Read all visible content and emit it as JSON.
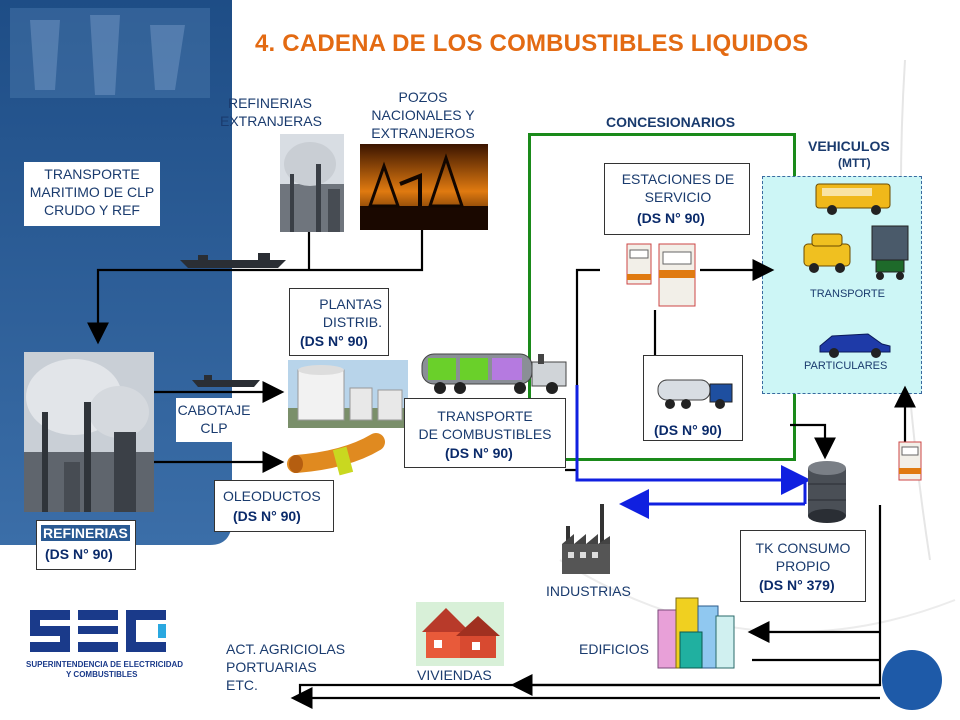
{
  "title": "4. CADENA DE LOS COMBUSTIBLES LIQUIDOS",
  "labels": {
    "refinerias_extranjeras": [
      "REFINERIAS",
      "EXTRANJERAS"
    ],
    "pozos": [
      "POZOS",
      "NACIONALES Y",
      "EXTRANJEROS"
    ],
    "concesionarios": "CONCESIONARIOS",
    "vehiculos": "VEHICULOS",
    "mtt": "(MTT)",
    "transporte_maritimo": [
      "TRANSPORTE",
      "MARITIMO  DE CLP",
      "CRUDO Y REF"
    ],
    "estaciones": [
      "ESTACIONES DE",
      "SERVICIO"
    ],
    "estaciones_ds": "(DS N° 90)",
    "transporte_veh": "TRANSPORTE",
    "particulares": "PARTICULARES",
    "plantas": [
      "PLANTAS",
      "DISTRIB."
    ],
    "plantas_ds": "(DS N° 90)",
    "cabotaje": [
      "CABOTAJE",
      "CLP"
    ],
    "transporte_comb": [
      "TRANSPORTE",
      "DE COMBUSTIBLES"
    ],
    "transporte_comb_ds": "(DS N° 90)",
    "camion_ds": "(DS N° 90)",
    "oleoductos": "OLEODUCTOS",
    "oleoductos_ds": "(DS N° 90)",
    "refinerias": "REFINERIAS",
    "refinerias_ds": "(DS N° 90)",
    "tk_consumo": [
      "TK CONSUMO",
      "PROPIO"
    ],
    "tk_ds": "(DS N° 379)",
    "industrias": "INDUSTRIAS",
    "edificios": "EDIFICIOS",
    "viviendas": "VIVIENDAS",
    "act": [
      "ACT. AGRICIOLAS",
      "PORTUARIAS",
      "ETC."
    ]
  },
  "logo": {
    "mark": "SEC",
    "line1": "SUPERINTENDENCIA DE ELECTRICIDAD",
    "line2": "Y COMBUSTIBLES"
  },
  "colors": {
    "title": "#e36a12",
    "sidebar": "#2a5a93",
    "concesionarios_border": "#1a8a1a",
    "vehiculos_bg": "#cdf6f6",
    "blue_arrow": "#1020e0"
  },
  "icons": [
    "refinery-photo",
    "oil-well-photo",
    "ship-icon",
    "fuel-pump-icon",
    "bus-icon",
    "taxi-icon",
    "truck-icon",
    "car-icon",
    "tank-truck-icon",
    "storage-tank-icon",
    "pipeline-icon",
    "barrel-tank-icon",
    "factory-icon",
    "house-icon",
    "buildings-icon"
  ]
}
